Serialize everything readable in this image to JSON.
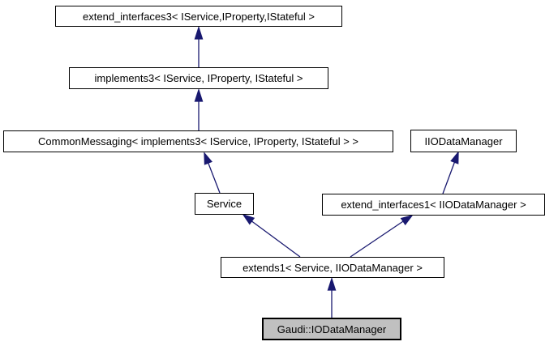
{
  "diagram": {
    "type": "class-inheritance-graph",
    "colors": {
      "arrow": "#191970",
      "node_border": "#000000",
      "node_fill": "#ffffff",
      "current_node_fill": "#c0c0c0",
      "text": "#000000",
      "background": "#ffffff"
    }
  },
  "nodes": [
    {
      "id": "extend_interfaces3",
      "label": "extend_interfaces3< IService,IProperty,IStateful >",
      "current": false
    },
    {
      "id": "implements3",
      "label": "implements3< IService, IProperty, IStateful >",
      "current": false
    },
    {
      "id": "CommonMessaging",
      "label": "CommonMessaging< implements3< IService, IProperty, IStateful > >",
      "current": false
    },
    {
      "id": "IIODataManager",
      "label": "IIODataManager",
      "current": false
    },
    {
      "id": "Service",
      "label": "Service",
      "current": false
    },
    {
      "id": "extend_interfaces1",
      "label": "extend_interfaces1< IIODataManager >",
      "current": false
    },
    {
      "id": "extends1",
      "label": "extends1< Service, IIODataManager >",
      "current": false
    },
    {
      "id": "Gaudi_IODataManager",
      "label": "Gaudi::IODataManager",
      "current": true
    }
  ],
  "edges": [
    {
      "from": "implements3",
      "to": "extend_interfaces3"
    },
    {
      "from": "CommonMessaging",
      "to": "implements3"
    },
    {
      "from": "Service",
      "to": "CommonMessaging"
    },
    {
      "from": "extend_interfaces1",
      "to": "IIODataManager"
    },
    {
      "from": "extends1",
      "to": "Service"
    },
    {
      "from": "extends1",
      "to": "extend_interfaces1"
    },
    {
      "from": "Gaudi_IODataManager",
      "to": "extends1"
    }
  ]
}
